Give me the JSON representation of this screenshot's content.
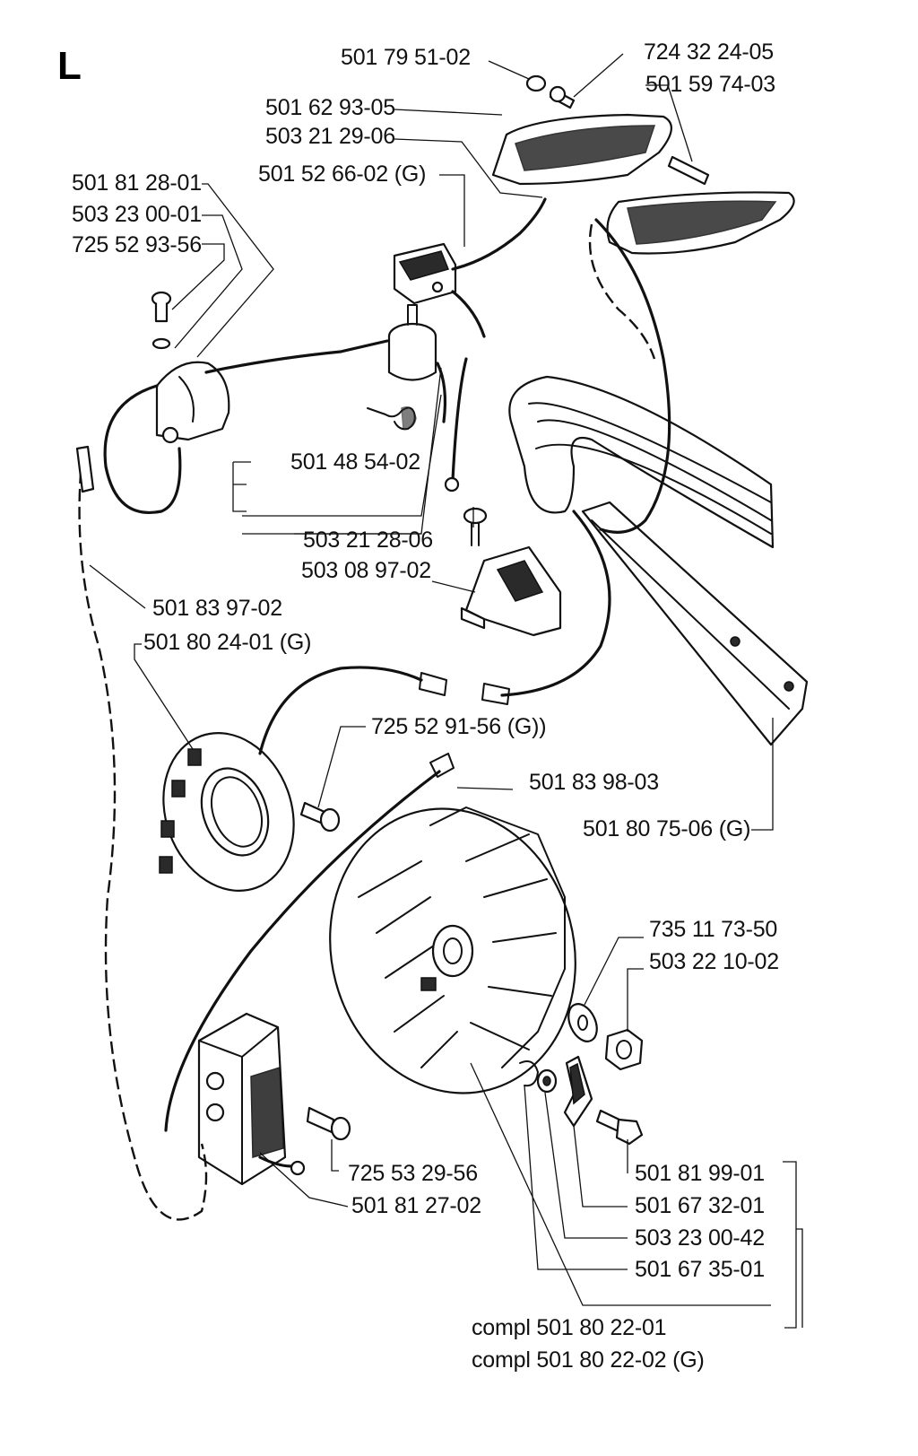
{
  "section_letter": "L",
  "labels": {
    "p501795102": "501 79 51-02",
    "p724322405": "724 32 24-05",
    "p501597403": "501 59 74-03",
    "p501629305": "501 62 93-05",
    "p503212906": "503 21 29-06",
    "p501526602": "501 52 66-02  (G)",
    "p501812801": "501 81 28-01",
    "p503230001": "503 23 00-01",
    "p725529356": "725 52 93-56",
    "p501485402": "501 48 54-02",
    "p503212806": "503 21 28-06",
    "p503089702": "503 08 97-02",
    "p501839702": "501 83 97-02",
    "p501802401": "501 80 24-01 (G)",
    "p725529156": "725 52 91-56 (G))",
    "p501839803": "501 83 98-03",
    "p501807506": "501 80 75-06 (G)",
    "p735117350": "735 11 73-50",
    "p503221002": "503 22 10-02",
    "p725532956": "725 53 29-56",
    "p501812702": "501 81 27-02",
    "p501819901": "501 81 99-01",
    "p501673201": "501 67 32-01",
    "p503230042": "503 23 00-42",
    "p501673501": "501 67 35-01",
    "compl1": "compl 501 80 22-01",
    "compl2": "compl 501 80 22-02 (G)"
  },
  "parts": [
    "ignition-module",
    "flywheel",
    "stator-plate",
    "switch",
    "condenser",
    "handle-bar",
    "throttle-trigger",
    "spark-plug-lead"
  ]
}
